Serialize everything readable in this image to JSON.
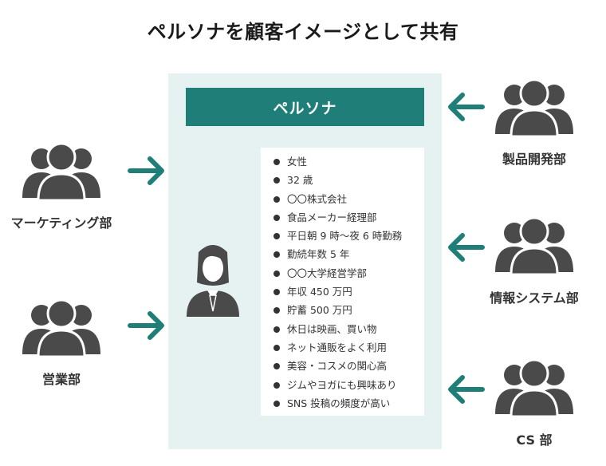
{
  "title": "ペルソナを顧客イメージとして共有",
  "persona": {
    "header": "ペルソナ",
    "attributes": [
      "女性",
      "32 歳",
      "〇〇株式会社",
      "食品メーカー経理部",
      "平日朝 9 時〜夜 6 時勤務",
      "勤続年数 5 年",
      "〇〇大学経営学部",
      "年収 450 万円",
      "貯蓄 500 万円",
      "休日は映画、買い物",
      "ネット通販をよく利用",
      "美容・コスメの関心高",
      "ジムやヨガにも興味あり",
      "SNS 投稿の頻度が高い"
    ]
  },
  "groups": {
    "left": [
      {
        "label": "マーケティング部"
      },
      {
        "label": "営業部"
      }
    ],
    "right": [
      {
        "label": "製品開発部"
      },
      {
        "label": "情報システム部"
      },
      {
        "label": "CS 部"
      }
    ]
  },
  "colors": {
    "accent": "#1f7f78",
    "panel": "#e6f1f2",
    "icon": "#4a4a4a"
  },
  "icons": {
    "group": "people-group-icon",
    "persona": "person-icon",
    "arrow": "arrow-icon"
  }
}
